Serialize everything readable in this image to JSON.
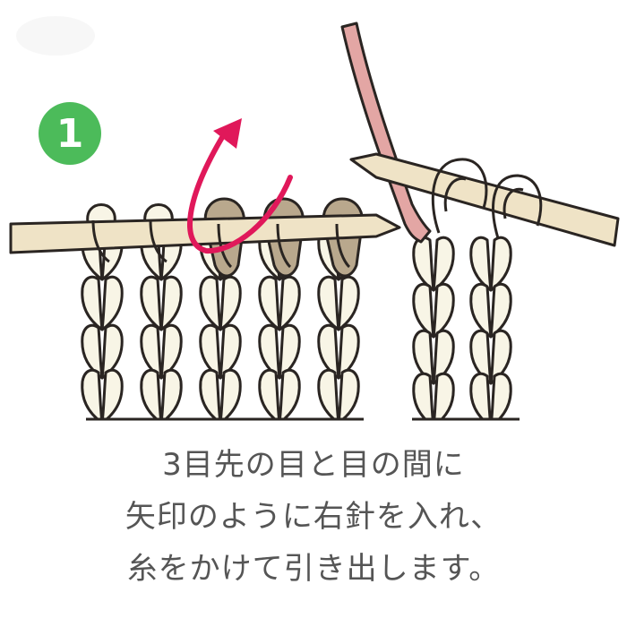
{
  "step": {
    "number": "1"
  },
  "caption": {
    "line1": "3目先の目と目の間に",
    "line2": "矢印のように右針を入れ、",
    "line3": "糸をかけて引き出します。"
  },
  "colors": {
    "yarn": "#f8f5e6",
    "outline": "#2a2522",
    "highlight_stitch": "#b9a88d",
    "needle": "#efe3c6",
    "working_yarn": "#e3a6a4",
    "arrow": "#e0185a",
    "badge": "#4cbb5a"
  },
  "icons": {
    "arrow": "curved-arrow-icon",
    "badge": "step-badge"
  }
}
